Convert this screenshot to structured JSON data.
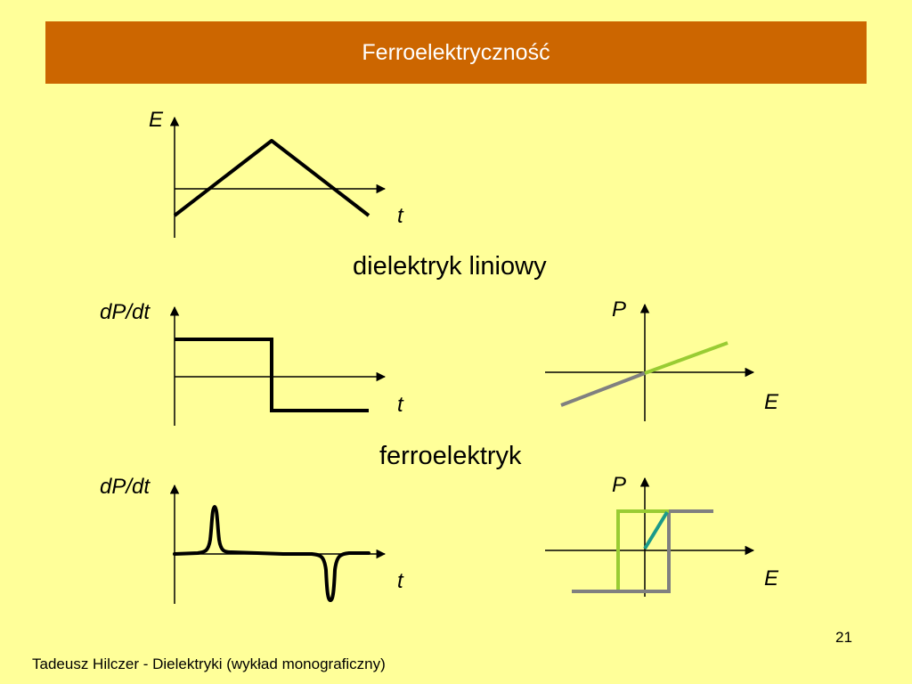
{
  "slide": {
    "title": "Ferroelektryczność",
    "page_number": "21",
    "footer": "Tadeusz Hilczer - Dielektryki (wykład monograficzny)"
  },
  "diagrams": {
    "input_field": {
      "y_label": "E",
      "x_label": "t"
    },
    "linear_dielectric": {
      "caption": "dielektryk liniowy",
      "rate_plot": {
        "y_label": "dP/dt",
        "x_label": "t"
      },
      "pe_plot": {
        "y_label": "P",
        "x_label": "E"
      }
    },
    "ferroelectric": {
      "caption": "ferroelektryk",
      "rate_plot": {
        "y_label": "dP/dt",
        "x_label": "t"
      },
      "pe_plot": {
        "y_label": "P",
        "x_label": "E"
      }
    }
  },
  "colors": {
    "background": "#ffff99",
    "title_bar": "#cc6600",
    "curve_green": "#99cc33",
    "curve_gray": "#808080",
    "curve_teal": "#1a9a8a"
  }
}
